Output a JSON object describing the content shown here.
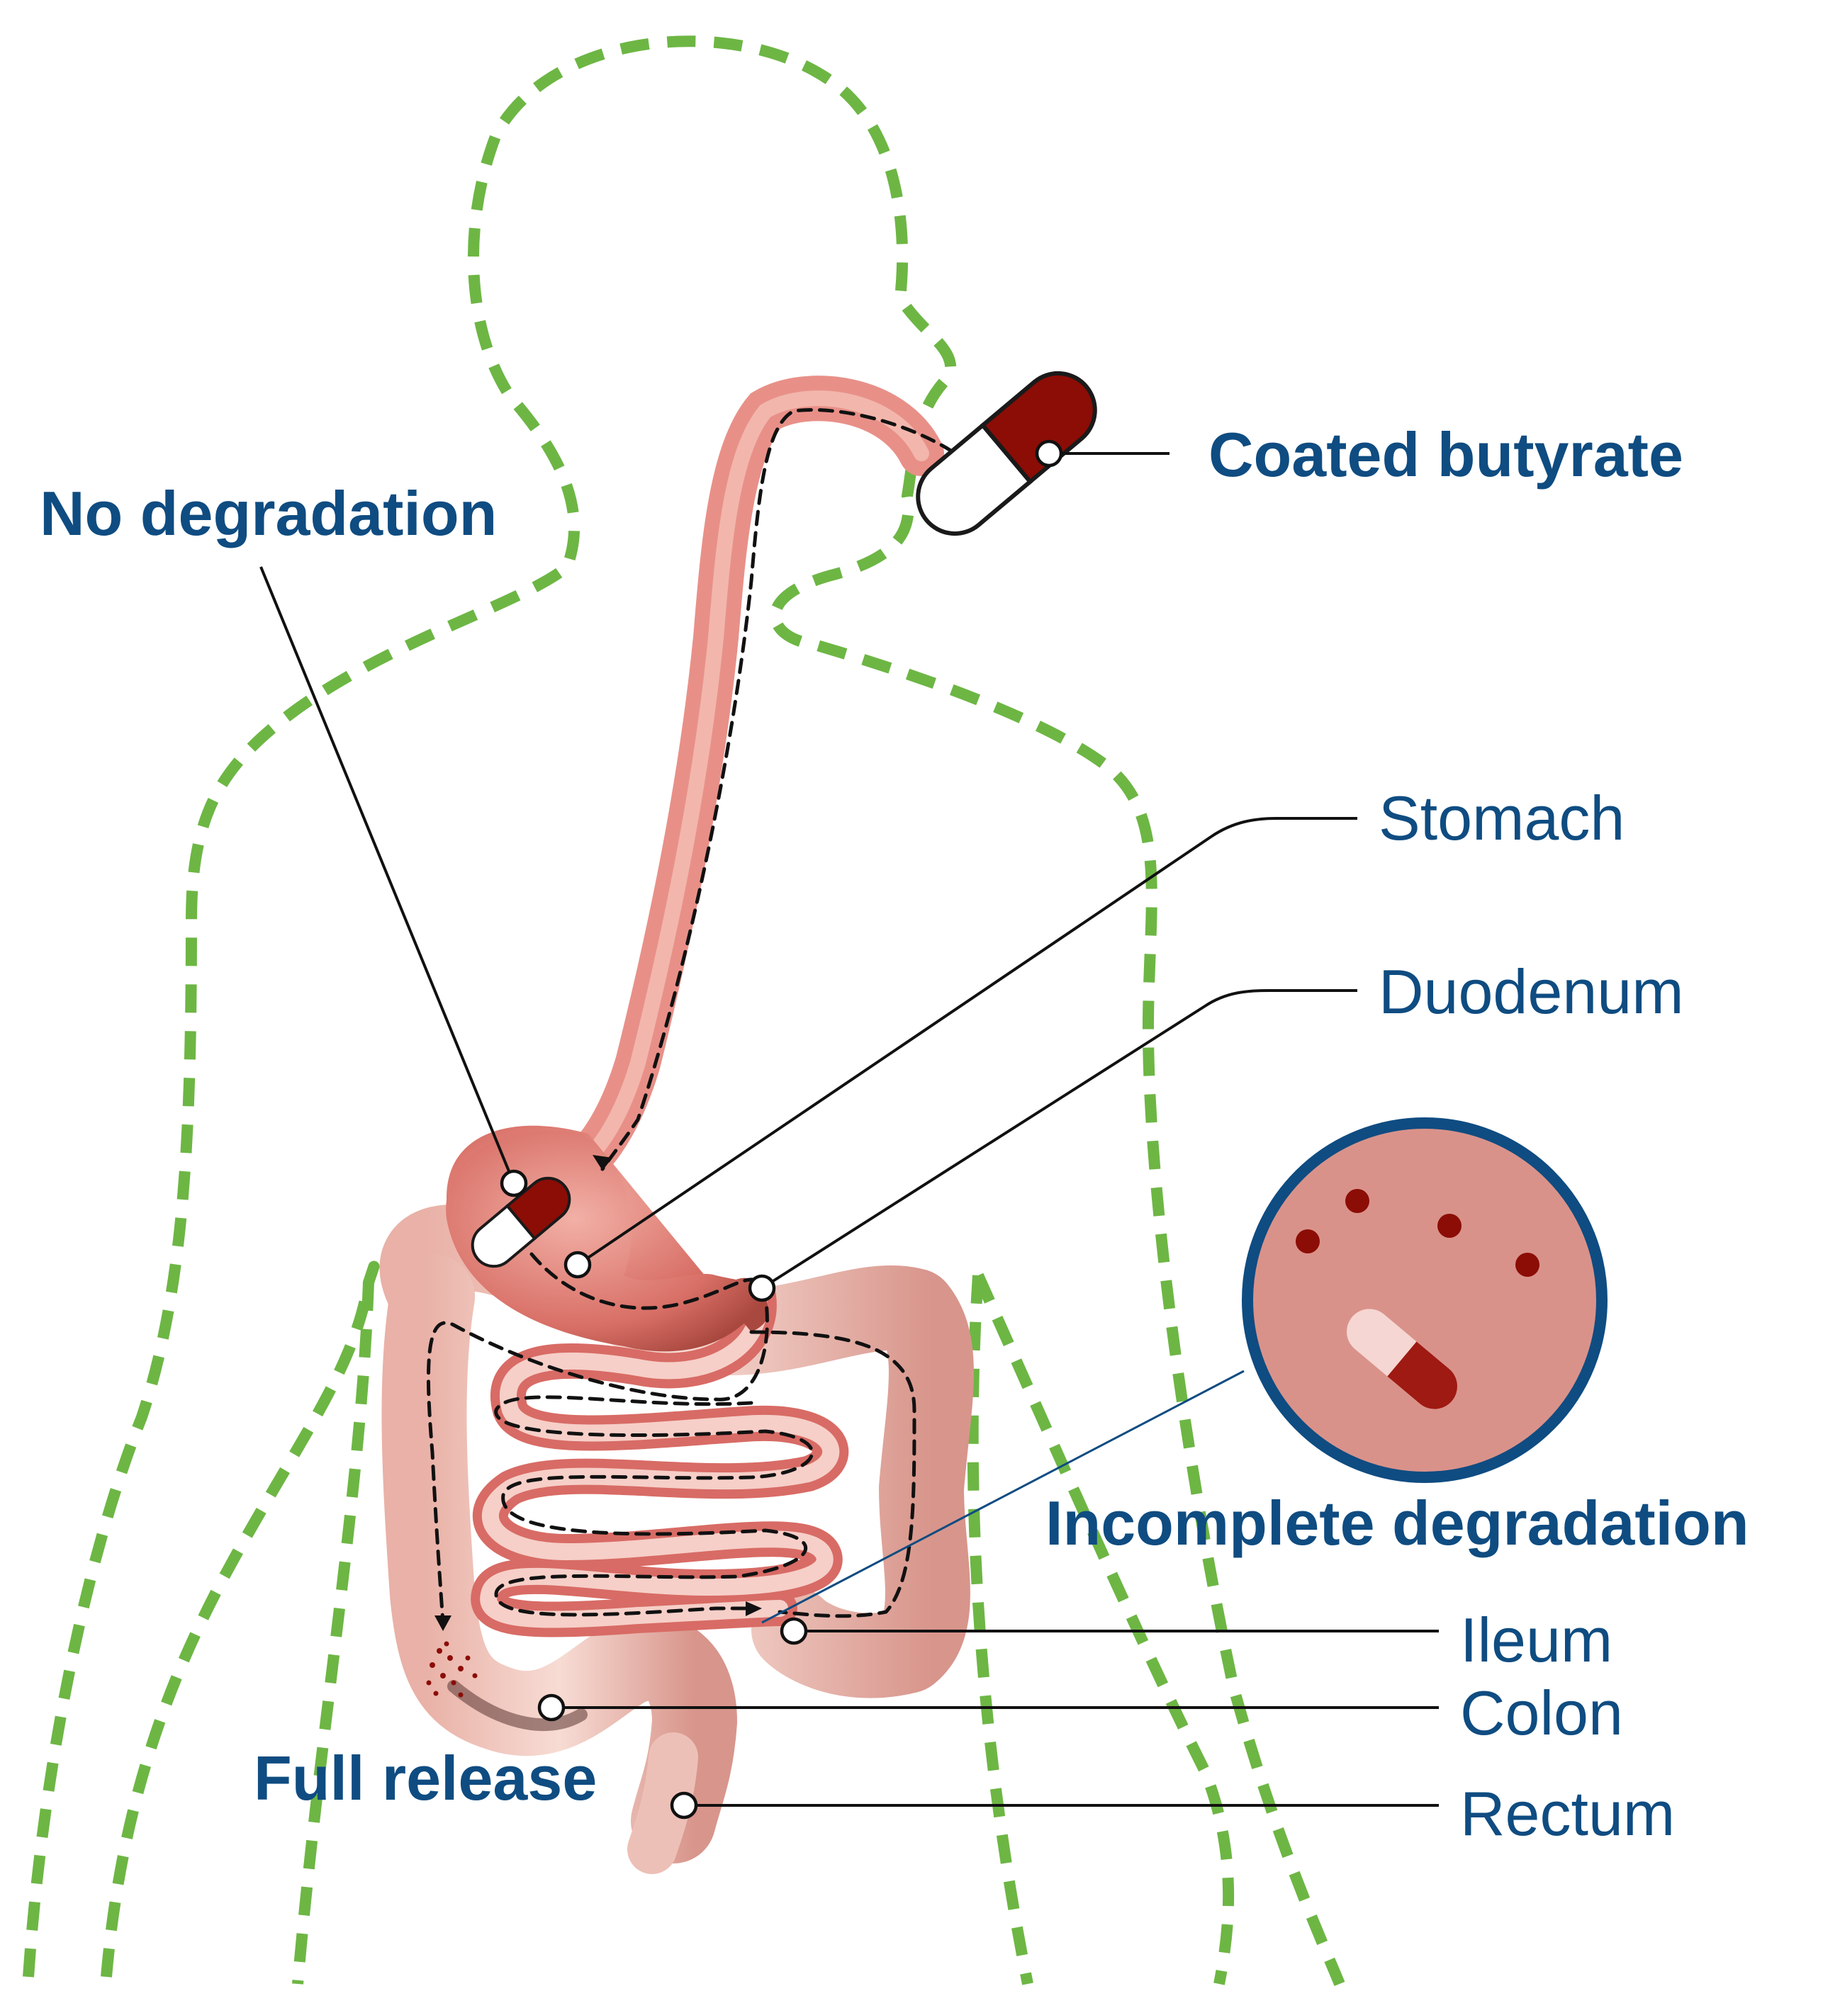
{
  "labels": {
    "coated_butyrate": "Coated butyrate",
    "no_degradation": "No degradation",
    "stomach": "Stomach",
    "duodenum": "Duodenum",
    "incomplete_degradation": "Incomplete degradation",
    "ileum": "Ileum",
    "colon": "Colon",
    "full_release": "Full release",
    "rectum": "Rectum"
  },
  "colors": {
    "label_text": "#0f4c81",
    "silhouette": "#6db644",
    "tract_fill": "#e89a92",
    "tract_light": "#f4c9bf",
    "capsule_red": "#8b0d06",
    "inset_fill": "#d9928a",
    "inset_border": "#0f4c81",
    "leader": "#111111"
  },
  "icons": [
    "capsule-icon",
    "magnifier-inset"
  ]
}
